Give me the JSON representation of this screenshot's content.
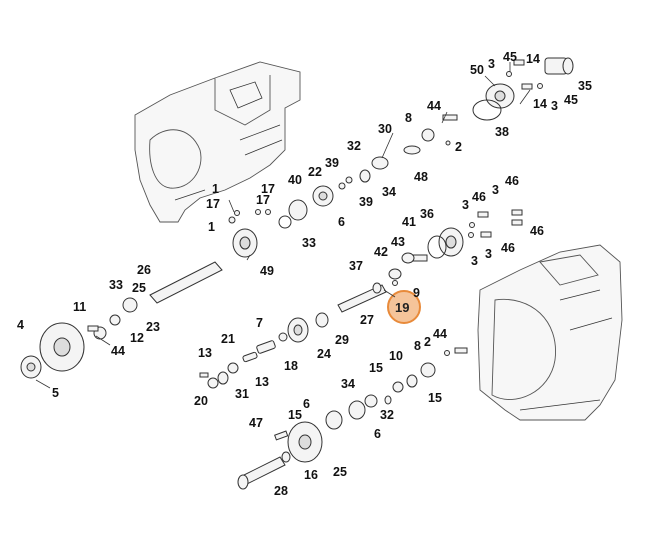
{
  "labels": {
    "l_45a": "45",
    "l_14a": "14",
    "l_3a": "3",
    "l_50": "50",
    "l_35": "35",
    "l_14b": "14",
    "l_3b": "3",
    "l_45b": "45",
    "l_44a": "44",
    "l_38": "38",
    "l_8a": "8",
    "l_30": "30",
    "l_2a": "2",
    "l_32a": "32",
    "l_39a": "39",
    "l_34a": "34",
    "l_39b": "39",
    "l_48": "48",
    "l_22": "22",
    "l_6a": "6",
    "l_40": "40",
    "l_33a": "33",
    "l_17a": "17",
    "l_1a": "1",
    "l_17b": "17",
    "l_17c": "17",
    "l_1b": "1",
    "l_49": "49",
    "l_3c": "3",
    "l_46a": "46",
    "l_3d": "3",
    "l_46b": "46",
    "l_41": "41",
    "l_36": "36",
    "l_46c": "46",
    "l_46d": "46",
    "l_3e": "3",
    "l_3f": "3",
    "l_43": "43",
    "l_42": "42",
    "l_37": "37",
    "l_9": "9",
    "l_26": "26",
    "l_33b": "33",
    "l_25a": "25",
    "l_23": "23",
    "l_27": "27",
    "l_11": "11",
    "l_12": "12",
    "l_4": "4",
    "l_44b": "44",
    "l_5": "5",
    "l_7": "7",
    "l_24": "24",
    "l_29": "29",
    "l_21": "21",
    "l_18": "18",
    "l_13a": "13",
    "l_13b": "13",
    "l_20": "20",
    "l_31": "31",
    "l_44c": "44",
    "l_8b": "8",
    "l_2b": "2",
    "l_10": "10",
    "l_15a": "15",
    "l_15b": "15",
    "l_34b": "34",
    "l_32b": "32",
    "l_6b": "6",
    "l_15c": "15",
    "l_6c": "6",
    "l_47": "47",
    "l_16": "16",
    "l_25b": "25",
    "l_28": "28"
  },
  "highlight": {
    "label": "19",
    "color": "#f5c49a"
  }
}
